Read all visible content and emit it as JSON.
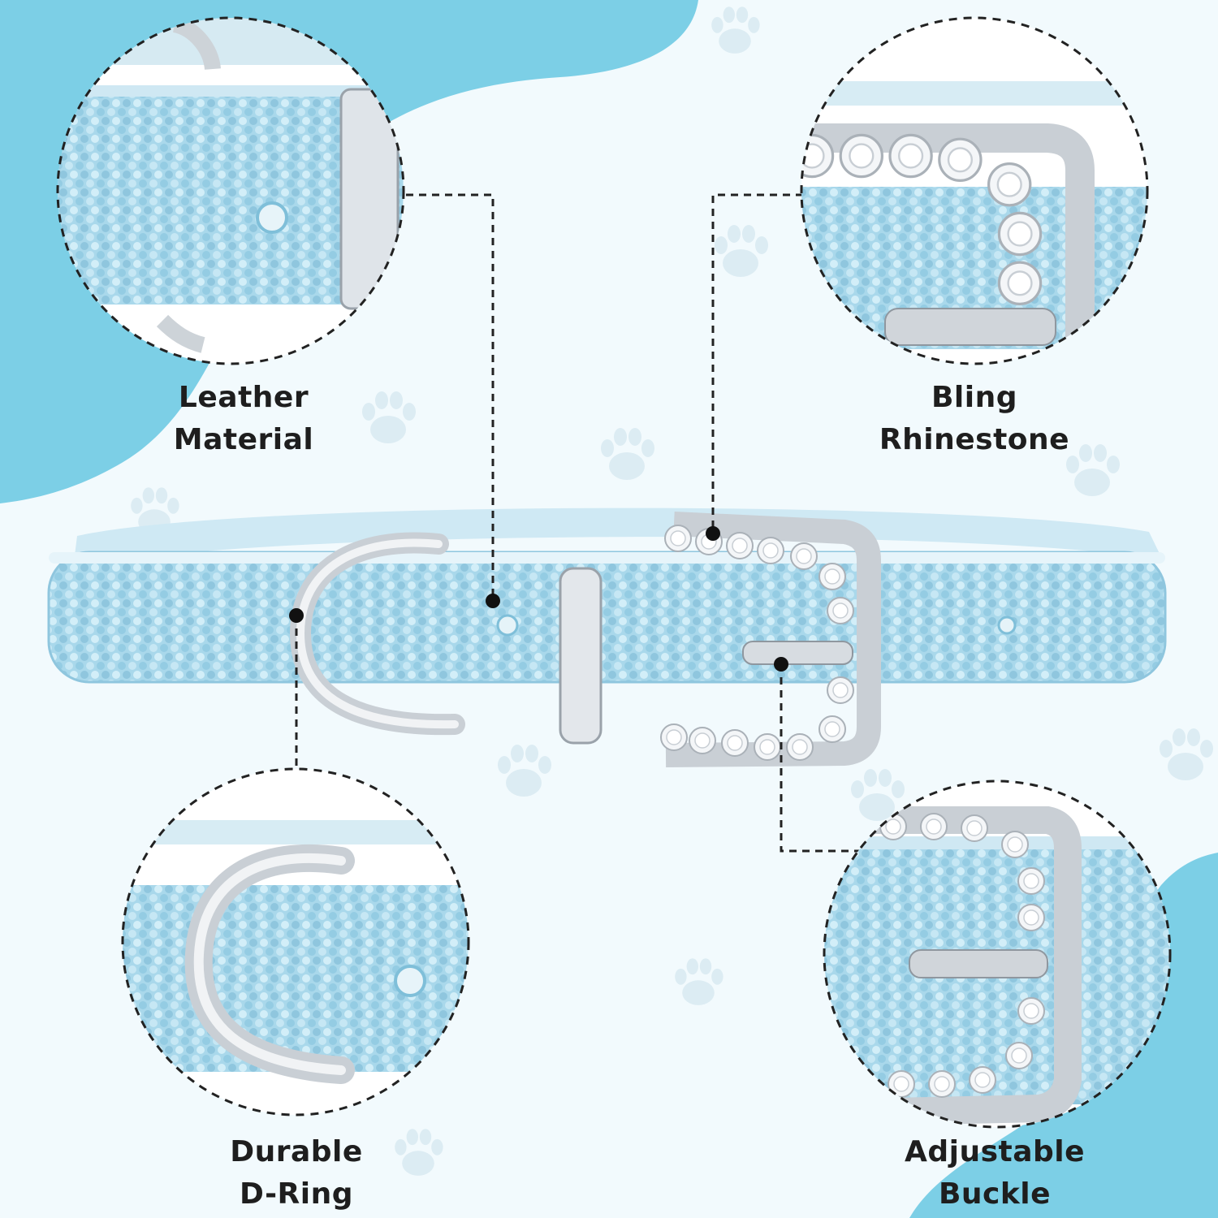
{
  "colors": {
    "background": "#f2fafd",
    "accent_blob": "#7ccfe6",
    "collar_blue": "#a9d8eb",
    "collar_dark": "#7fbfd9",
    "metal": "#d9dde2",
    "paw": "#dcecf3",
    "callout_line": "#222222",
    "label_text": "#1e1e1e"
  },
  "features": {
    "leather": {
      "line1": "Leather",
      "line2": "Material",
      "icon": "zoom-circle-leather"
    },
    "bling": {
      "line1": "Bling",
      "line2": "Rhinestone",
      "icon": "zoom-circle-rhinestone"
    },
    "dring": {
      "line1": "Durable",
      "line2": "D-Ring",
      "icon": "zoom-circle-dring"
    },
    "buckle": {
      "line1": "Adjustable",
      "line2": "Buckle",
      "icon": "zoom-circle-buckle"
    }
  },
  "decor": {
    "paw_icon": "paw-print-icon"
  }
}
